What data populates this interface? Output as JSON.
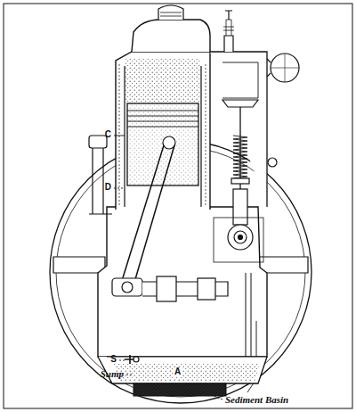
{
  "diagram": {
    "labels": [
      "C",
      "D",
      "S",
      "Sump",
      "A",
      "Sediment Basin"
    ]
  }
}
